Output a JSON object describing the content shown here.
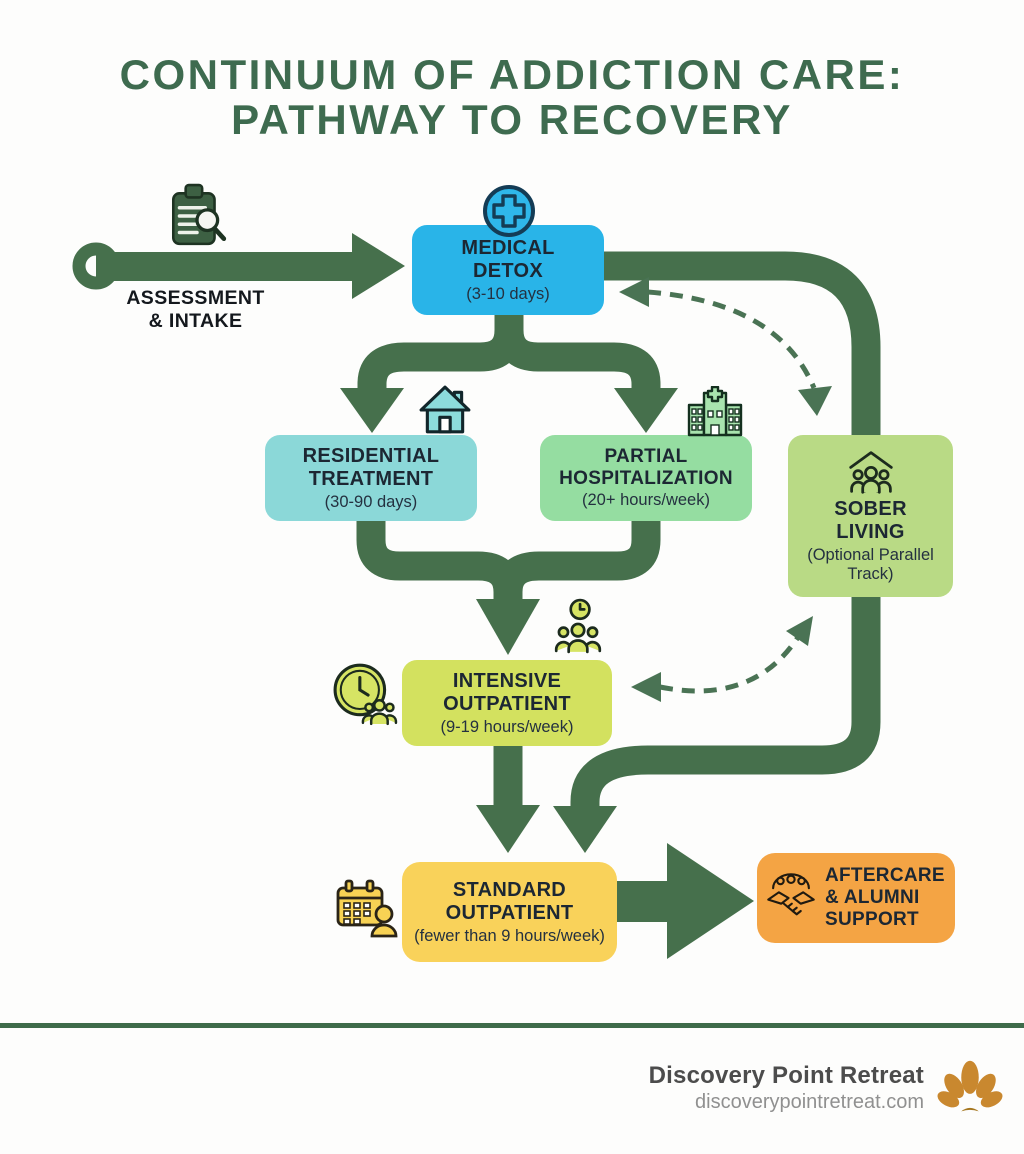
{
  "title": {
    "line1": "CONTINUUM OF ADDICTION CARE:",
    "line2": "PATHWAY TO RECOVERY"
  },
  "start": {
    "line1": "ASSESSMENT",
    "line2": "& INTAKE",
    "icon": "clipboard-search-icon"
  },
  "nodes": {
    "medical_detox": {
      "title": "MEDICAL DETOX",
      "duration": "(3-10 days)",
      "color": "#29b4e8",
      "icon": "medical-cross-icon"
    },
    "residential": {
      "title": "RESIDENTIAL TREATMENT",
      "duration": "(30-90 days)",
      "color": "#8bd8d8",
      "icon": "house-icon"
    },
    "partial_hosp": {
      "title": "PARTIAL HOSPITALIZATION",
      "duration": "(20+ hours/week)",
      "color": "#95dda1",
      "icon": "hospital-icon"
    },
    "sober_living": {
      "title": "SOBER LIVING",
      "duration": "(Optional Parallel Track)",
      "color": "#b9da85",
      "icon": "home-people-icon"
    },
    "intensive_outpatient": {
      "title": "INTENSIVE OUTPATIENT",
      "duration": "(9-19 hours/week)",
      "color": "#d3e15f",
      "icon": "clock-group-icon"
    },
    "standard_outpatient": {
      "title": "STANDARD OUTPATIENT",
      "duration": "(fewer than 9 hours/week)",
      "color": "#f9d25a",
      "icon": "calendar-person-icon"
    },
    "aftercare": {
      "title": "AFTERCARE & ALUMNI SUPPORT",
      "color": "#f4a444",
      "icon": "handshake-icon"
    }
  },
  "edges": [
    {
      "from": "assessment_intake",
      "to": "medical_detox",
      "style": "solid"
    },
    {
      "from": "medical_detox",
      "to": "residential",
      "style": "solid"
    },
    {
      "from": "medical_detox",
      "to": "partial_hosp",
      "style": "solid"
    },
    {
      "from": "medical_detox",
      "to": "sober_living",
      "style": "solid"
    },
    {
      "from": "residential",
      "to": "intensive_outpatient",
      "style": "solid"
    },
    {
      "from": "partial_hosp",
      "to": "intensive_outpatient",
      "style": "solid"
    },
    {
      "from": "intensive_outpatient",
      "to": "standard_outpatient",
      "style": "solid"
    },
    {
      "from": "sober_living",
      "to": "standard_outpatient",
      "style": "solid"
    },
    {
      "from": "standard_outpatient",
      "to": "aftercare",
      "style": "solid"
    },
    {
      "from": "sober_living",
      "to": "medical_detox",
      "style": "dashed-bidirectional"
    },
    {
      "from": "sober_living",
      "to": "intensive_outpatient",
      "style": "dashed-bidirectional"
    }
  ],
  "footer": {
    "brand": "Discovery Point Retreat",
    "website": "discoverypointretreat.com",
    "logo": "lotus-logo"
  },
  "colors": {
    "arrow_green": "#46704c",
    "dashed_green": "#4a7354",
    "title_green": "#3e6b4f",
    "text_dark": "#1c2733",
    "divider_green": "#3e6b4a",
    "logo_gold": "#c9882f"
  }
}
